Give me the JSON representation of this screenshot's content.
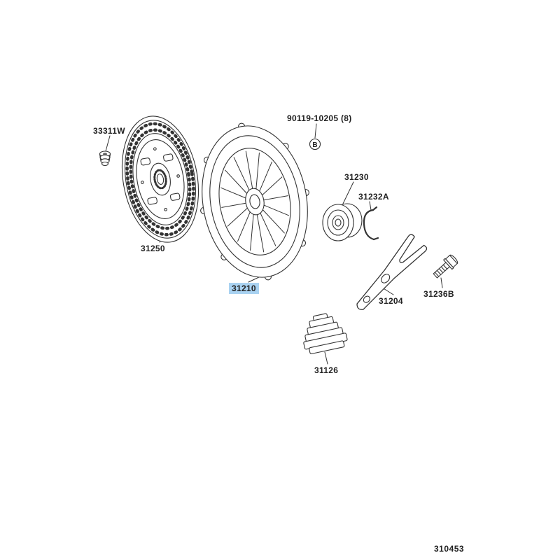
{
  "diagram": {
    "number": "310453",
    "line_color": "#333333",
    "highlight_color": "#a9d2f1"
  },
  "parts": {
    "grommet": {
      "label": "33311W"
    },
    "clutch_disc": {
      "label": "31250"
    },
    "flywheel_bolt": {
      "label": "90119-10205 (8)",
      "symbol": "B"
    },
    "clutch_cover": {
      "label": "31210",
      "highlighted": true
    },
    "release_bearing": {
      "label": "31230"
    },
    "bearing_clip": {
      "label": "31232A"
    },
    "release_fork": {
      "label": "31204"
    },
    "fork_bolt": {
      "label": "31236B"
    },
    "boot": {
      "label": "31126"
    }
  }
}
